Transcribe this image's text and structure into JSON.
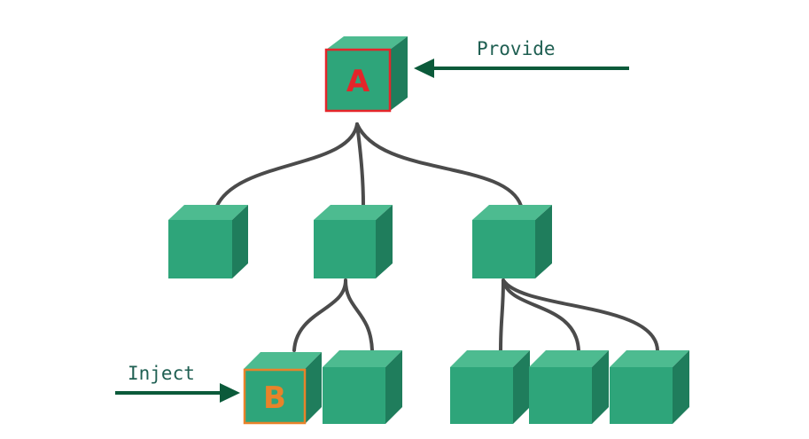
{
  "provider_label": "Provide",
  "injector_label": "Inject",
  "marked_nodes": [
    {
      "id": "A",
      "letter": "A",
      "color": "#e5252a"
    },
    {
      "id": "B",
      "letter": "B",
      "color": "#e8832a"
    }
  ],
  "colors": {
    "box_front": "#2ea57a",
    "box_top": "#4dbb90",
    "box_side": "#1f7d5c",
    "edge": "#4b4b4b",
    "arrow": "#0b5a3a"
  }
}
